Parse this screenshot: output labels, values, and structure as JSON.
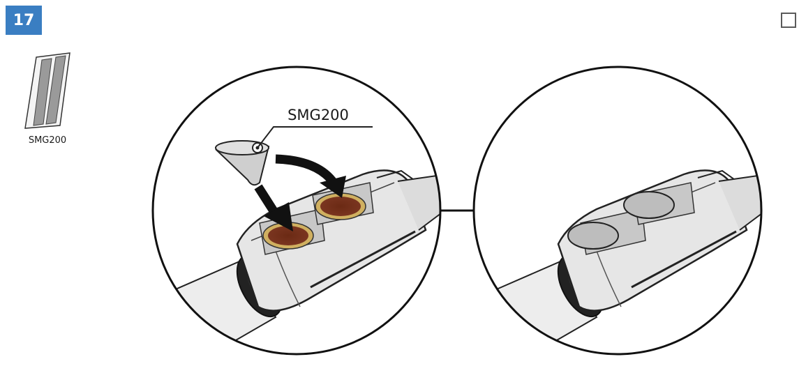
{
  "step": {
    "number": "17"
  },
  "part": {
    "label": "SMG200"
  },
  "callout": {
    "label": "SMG200"
  }
}
